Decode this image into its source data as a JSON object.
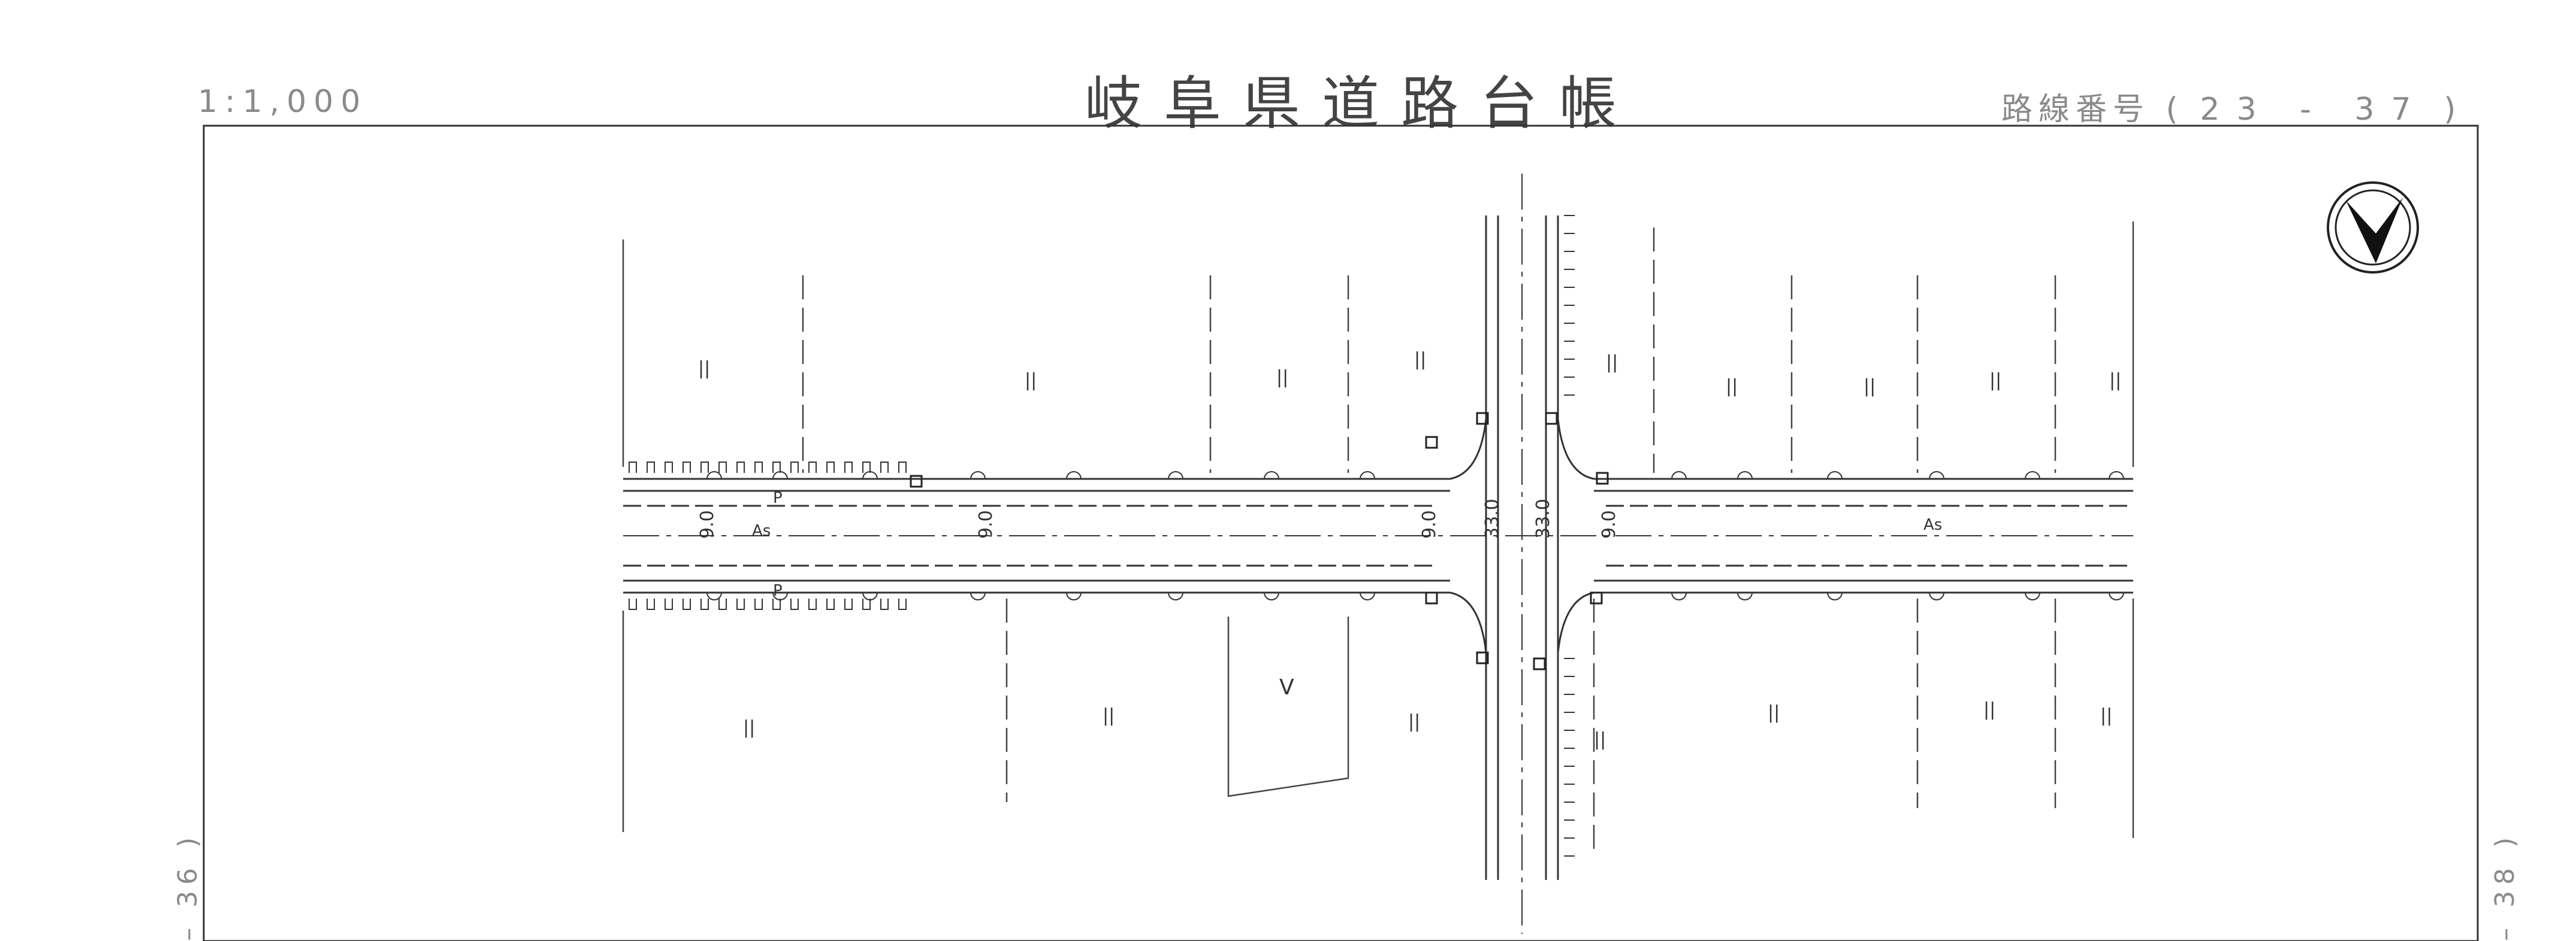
{
  "header": {
    "scale": "1:1,000",
    "title": "岐阜県道路台帳",
    "route_label": "路線番号",
    "route_number": "23 - 37",
    "route_open": "(",
    "route_close": ")"
  },
  "sheet_refs": {
    "left": "– 36 )",
    "right": "– 38 )"
  },
  "map": {
    "labels": {
      "width_west": "9.0",
      "width_west2": "9.0",
      "width_mid": "9.0",
      "width_cross_w": "33.0",
      "width_cross_e": "33.0",
      "width_east": "9.0",
      "surface_west": "As",
      "surface_east": "As",
      "sidewalk_p": "P",
      "land_field": "||",
      "land_v": "V"
    },
    "north_arrow": "north-arrow"
  }
}
